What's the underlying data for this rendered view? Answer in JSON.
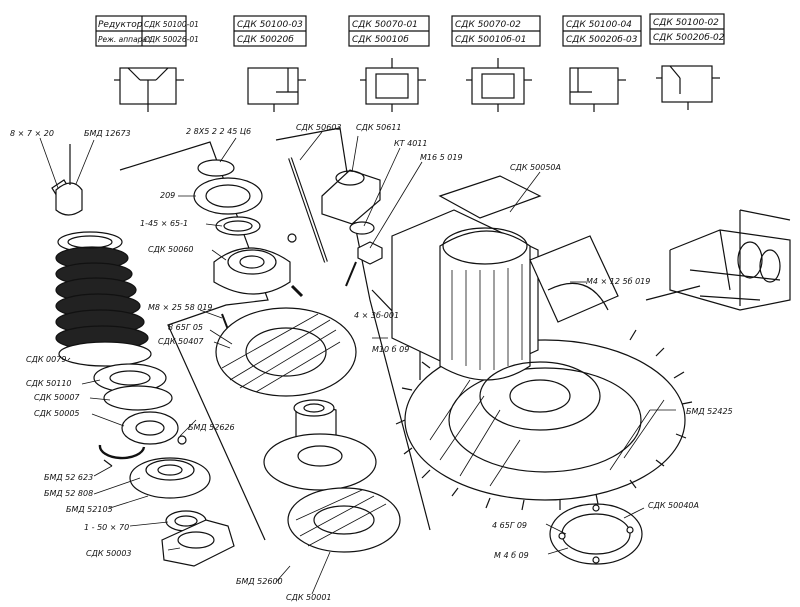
{
  "header_table": {
    "row_labels": [
      "Редуктор",
      "Реж. аппарат"
    ],
    "columns": [
      {
        "top": "СДК 50100-01",
        "bottom": "СДК 50026-01"
      },
      {
        "top": "СДК 50100-03",
        "bottom": "СДК 50020б"
      },
      {
        "top": "СДК 50070-01",
        "bottom": "СДК 50010б"
      },
      {
        "top": "СДК 50070-02",
        "bottom": "СДК 50010б-01"
      },
      {
        "top": "СДК 50100-04",
        "bottom": "СДК 50020б-03"
      },
      {
        "top": "СДК 50100-02",
        "bottom": "СДК 50020б-02"
      }
    ]
  },
  "parts": {
    "p01": "8 × 7 × 20",
    "p02": "БМД 12673",
    "p03": "2 8Х5 2 2 45 Ц6",
    "p04": "СДК 50603",
    "p05": "СДК 50611",
    "p06": "КТ 4011",
    "p07": "М16 5 019",
    "p08": "СДК 50050А",
    "p09": "209",
    "p10": "1-45 × 65-1",
    "p11": "СДК 50060",
    "p12": "М8 × 25 58 019",
    "p13": "8 65Г 05",
    "p14": "СДК 50407",
    "p15": "4 × 3б-001",
    "p16": "М4 × 12 5б 019",
    "p17": "М10 б 09",
    "p18": "СДК 0079",
    "p19": "СДК 50110",
    "p20": "СДК 50007",
    "p21": "СДК 50005",
    "p22": "БМД 52626",
    "p23": "БМД 52425",
    "p24": "БМД 52 623",
    "p25": "БМД 52 808",
    "p26": "БМД 52105",
    "p27": "1 - 50 × 70",
    "p28": "СДК 50003",
    "p29": "БМД 52600",
    "p30": "СДК 50001",
    "p31": "4 65Г 09",
    "p32": "М 4 б 09",
    "p33": "СДК 50040А"
  }
}
